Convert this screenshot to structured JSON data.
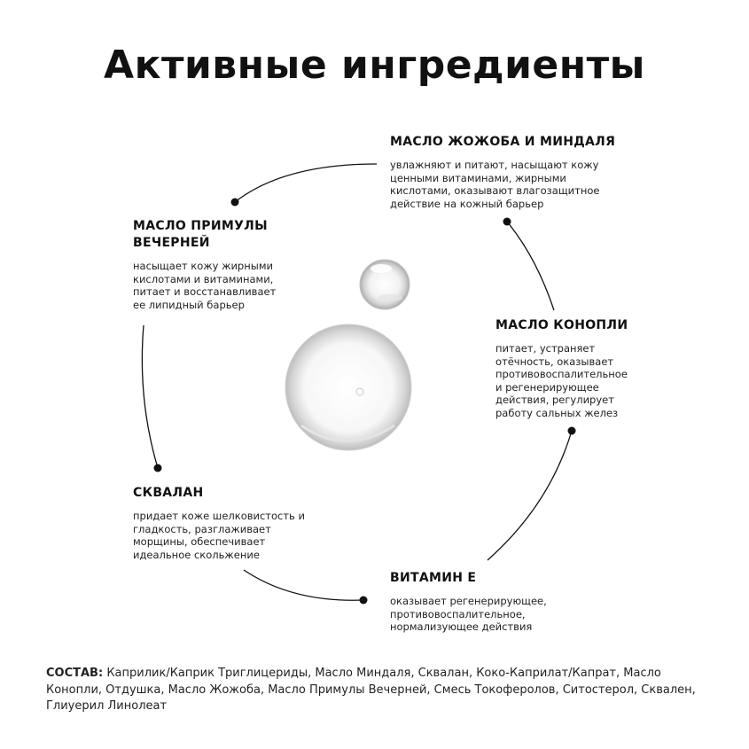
{
  "title": "Активные ингредиенты",
  "ingredients": [
    {
      "name": "МАСЛО ЖОЖОБА И МИНДАЛЯ",
      "description": "увлажняют и питают, насыщают кожу ценными витаминами, жирными кислотами, оказывают влагозащитное действие на кожный барьер"
    },
    {
      "name": "МАСЛО ПРИМУЛЫ ВЕЧЕРНЕЙ",
      "description": "насыщает кожу жирными кислотами и витаминами, питает и восстанавливает ее липидный барьер"
    },
    {
      "name": "МАСЛО КОНОПЛИ",
      "description": "питает, устраняет отёчность, оказывает противовоспалительное и регенерирующее действия, регулирует работу сальных желез"
    },
    {
      "name": "СКВАЛАН",
      "description": "придает коже шелковистость и гладкость, разглаживает морщины, обеспечивает идеальное скольжение"
    },
    {
      "name": "ВИТАМИН Е",
      "description": "оказывает регенерирующее, противовоспалительное, нормализующее действия"
    }
  ],
  "composition": {
    "label": "СОСТАВ:",
    "text": "Каприлик/Каприк Триглицериды, Масло Миндаля, Сквалан, Коко-Каприлат/Капрат, Масло Конопли, Отдушка, Масло Жожоба, Масло Примулы Вечерней, Смесь Токоферолов, Ситостерол, Сквален, Глиуерил Линолеат"
  },
  "colors": {
    "text": "#111111",
    "line": "#111111",
    "background": "#ffffff"
  }
}
